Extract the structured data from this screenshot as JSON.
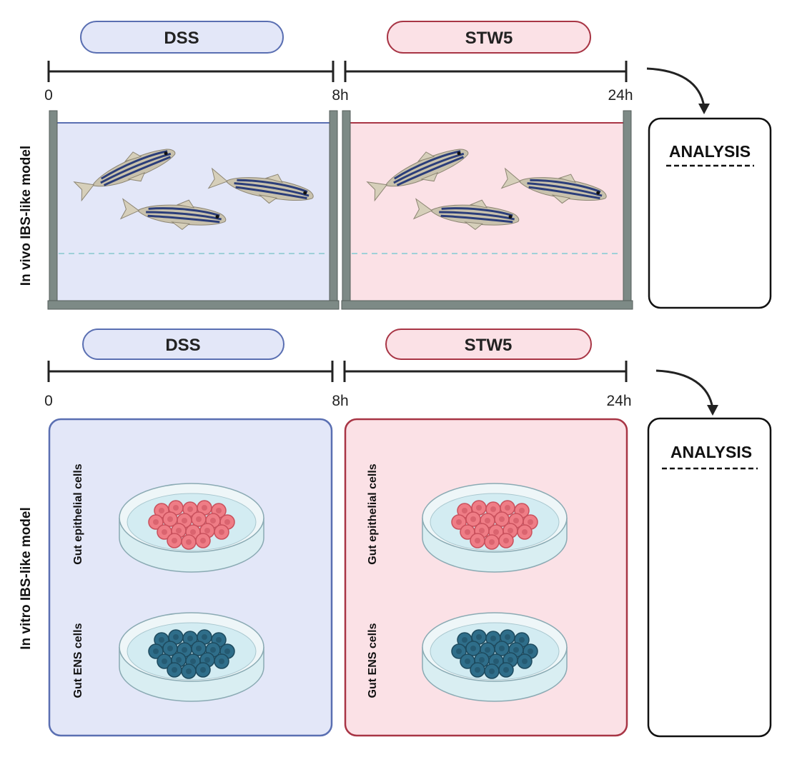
{
  "in_vivo": {
    "row_label": "In vivo IBS-like model",
    "phase1_label": "DSS",
    "phase2_label": "STW5",
    "tick_start": "0",
    "tick_mid": "8h",
    "tick_end": "24h",
    "analysis_label": "ANALYSIS"
  },
  "in_vitro": {
    "row_label": "In vitro IBS-like model",
    "phase1_label": "DSS",
    "phase2_label": "STW5",
    "tick_start": "0",
    "tick_mid": "8h",
    "tick_end": "24h",
    "analysis_label": "ANALYSIS",
    "epithelial_label": "Gut epithelial cells",
    "ens_label": "Gut ENS cells"
  },
  "colors": {
    "dss_fill": "#e3e7f8",
    "dss_stroke": "#5a6fb2",
    "stw5_fill": "#fbe1e6",
    "stw5_stroke": "#a83545",
    "epithelial_cell": "#ef7d86",
    "ens_cell": "#2f6e8a",
    "tank_wall": "#7d8a86"
  }
}
